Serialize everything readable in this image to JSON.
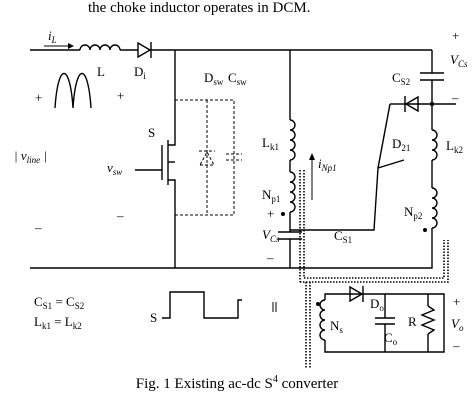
{
  "header_text": "the choke inductor operates in DCM.",
  "labels": {
    "iL": "i",
    "iL_sub": "L",
    "L": "L",
    "Di": "D",
    "Di_sub": "i",
    "Dsw": "D",
    "Dsw_sub": "sw",
    "Csw": "C",
    "Csw_sub": "sw",
    "S": "S",
    "vsw": "v",
    "vsw_sub": "sw",
    "vline": "| v",
    "vline_sub": "line",
    "vline_end": " |",
    "plus_src": "+",
    "plus_src2": "+",
    "minus_src": "–",
    "minus_src2": "–",
    "Lk1": "L",
    "Lk1_sub": "k1",
    "Np1": "N",
    "Np1_sub": "p1",
    "iNp1": "i",
    "iNp1_sub": "Np1",
    "VCs": "V",
    "VCs_sub": "Cs",
    "VCs_plus": "+",
    "VCs_minus": "–",
    "CS1": "C",
    "CS1_sub": "S1",
    "CS2": "C",
    "CS2_sub": "S2",
    "VCs_top": "V",
    "VCs_top_sub": "Cs",
    "VCs_top_plus": "+",
    "VCs_top_minus": "–",
    "D21": "D",
    "D21_sub": "21",
    "Lk2": "L",
    "Lk2_sub": "k2",
    "Np2": "N",
    "Np2_sub": "p2",
    "Do": "D",
    "Do_sub": "o",
    "Ns": "N",
    "Ns_sub": "s",
    "Co": "C",
    "Co_sub": "o",
    "R": "R",
    "Vo": "V",
    "Vo_sub": "o",
    "Vo_plus": "+",
    "Vo_minus": "–",
    "eq1_a": "C",
    "eq1_a_sub": "S1",
    "eq1_mid": " = C",
    "eq1_b_sub": "S2",
    "eq2_a": "L",
    "eq2_a_sub": "k1",
    "eq2_mid": " = L",
    "eq2_b_sub": "k2",
    "S_pulse": "S"
  },
  "caption": "Fig. 1 Existing ac-dc S",
  "caption_sup": "4",
  "caption_end": " converter"
}
